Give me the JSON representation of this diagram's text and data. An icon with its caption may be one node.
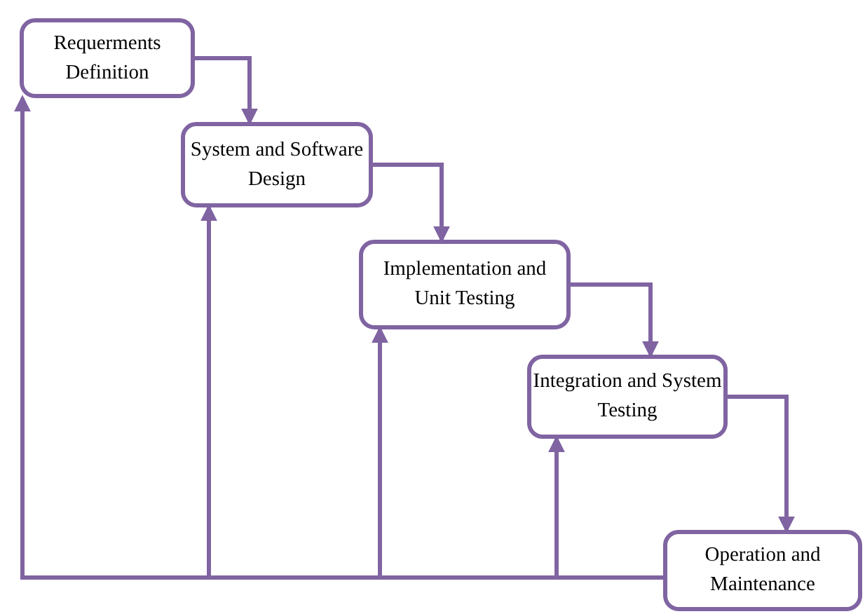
{
  "diagram": {
    "nodes": [
      {
        "text": [
          "Requerments Definition"
        ]
      },
      {
        "text": [
          "System and Software Design"
        ]
      },
      {
        "text": [
          "Implementation and Unit Testing"
        ]
      },
      {
        "text": [
          "Integration and System Testing"
        ]
      },
      {
        "text": [
          "Operation and Maintenance"
        ]
      }
    ],
    "edges": [
      {
        "from": 0,
        "to": 1,
        "arrow": "to"
      },
      {
        "from": 1,
        "to": 2,
        "arrow": "to"
      },
      {
        "from": 2,
        "to": 3,
        "arrow": "to"
      },
      {
        "from": 3,
        "to": 4,
        "arrow": "to"
      },
      {
        "from": 4,
        "to": 0,
        "arrow": "to"
      },
      {
        "from": 4,
        "to": 1,
        "arrow": "to"
      },
      {
        "from": 4,
        "to": 2,
        "arrow": "to"
      },
      {
        "from": 4,
        "to": 3,
        "arrow": "to"
      }
    ]
  }
}
